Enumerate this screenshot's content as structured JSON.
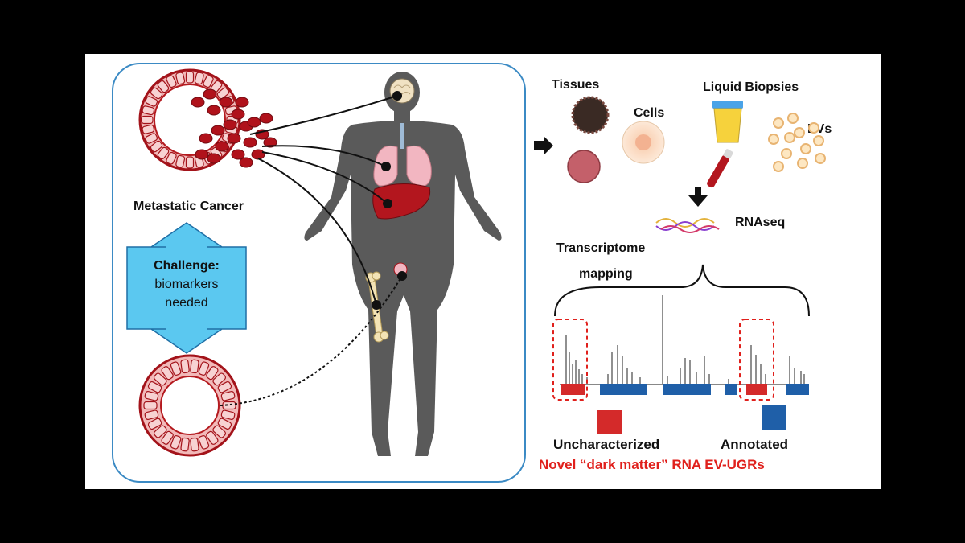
{
  "left_panel": {
    "primary_label": "Metastatic Cancer",
    "challenge": {
      "title": "Challenge:",
      "line1": "biomarkers",
      "line2": "needed"
    }
  },
  "samples": {
    "tissues": "Tissues",
    "cells": "Cells",
    "liquid_biopsies": "Liquid Biopsies",
    "evs": "EVs"
  },
  "rnaseq": "RNAseq",
  "transcriptome": {
    "line1": "Transcriptome",
    "line2": "mapping"
  },
  "legend": {
    "uncharacterized": "Uncharacterized",
    "annotated": "Annotated",
    "uncharacterized_color": "#d42a2a",
    "annotated_color": "#1f5fa8"
  },
  "footer": "Novel “dark matter” RNA EV-UGRs",
  "colors": {
    "panel_border": "#3b8ac4",
    "challenge_fill": "#5bc8f0",
    "body": "#5a5a5a",
    "tumor_dark": "#a3131a",
    "tumor_light": "#f4c4c4"
  }
}
